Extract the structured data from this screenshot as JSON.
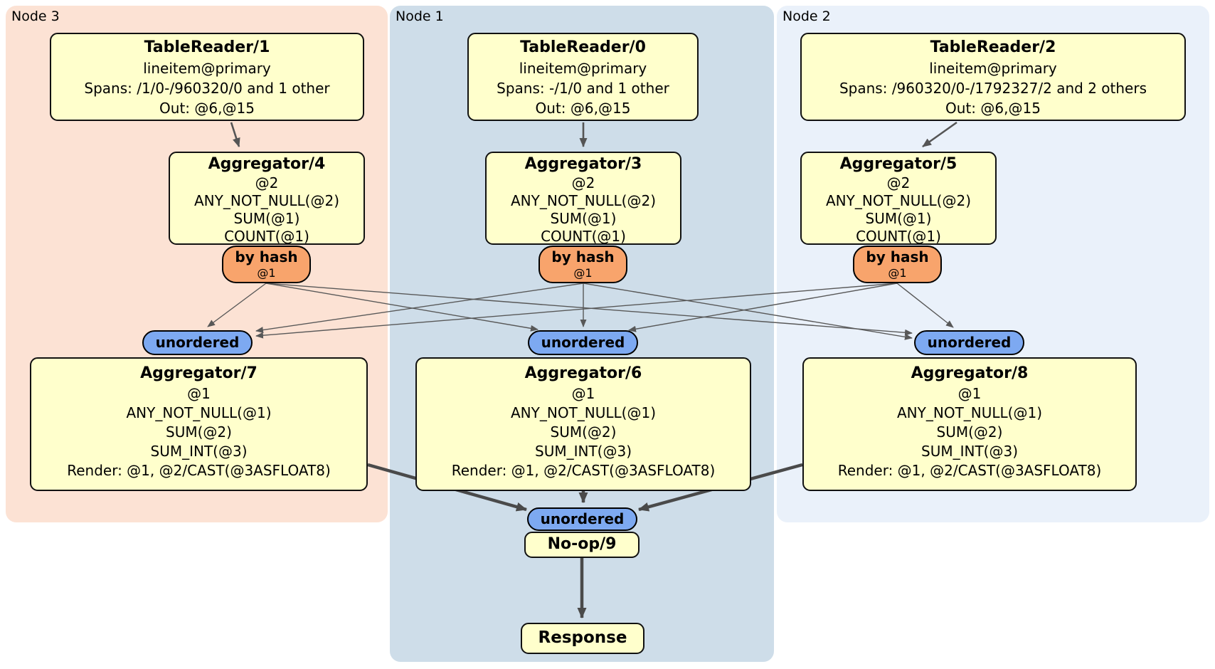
{
  "nodes": [
    {
      "label": "Node 3",
      "table_reader": {
        "title": "TableReader/1",
        "lines": [
          "lineitem@primary",
          "Spans: /1/0-/960320/0 and 1 other",
          "Out: @6,@15"
        ]
      },
      "aggregator_top": {
        "title": "Aggregator/4",
        "lines": [
          "@2",
          "ANY_NOT_NULL(@2)",
          "SUM(@1)",
          "COUNT(@1)"
        ]
      },
      "router": {
        "title": "by hash",
        "subtitle": "@1"
      },
      "sync_label": "unordered",
      "aggregator_bottom": {
        "title": "Aggregator/7",
        "lines": [
          "@1",
          "ANY_NOT_NULL(@1)",
          "SUM(@2)",
          "SUM_INT(@3)",
          "Render: @1, @2/CAST(@3ASFLOAT8)"
        ]
      }
    },
    {
      "label": "Node 1",
      "table_reader": {
        "title": "TableReader/0",
        "lines": [
          "lineitem@primary",
          "Spans: -/1/0 and 1 other",
          "Out: @6,@15"
        ]
      },
      "aggregator_top": {
        "title": "Aggregator/3",
        "lines": [
          "@2",
          "ANY_NOT_NULL(@2)",
          "SUM(@1)",
          "COUNT(@1)"
        ]
      },
      "router": {
        "title": "by hash",
        "subtitle": "@1"
      },
      "sync_label": "unordered",
      "aggregator_bottom": {
        "title": "Aggregator/6",
        "lines": [
          "@1",
          "ANY_NOT_NULL(@1)",
          "SUM(@2)",
          "SUM_INT(@3)",
          "Render: @1, @2/CAST(@3ASFLOAT8)"
        ]
      }
    },
    {
      "label": "Node 2",
      "table_reader": {
        "title": "TableReader/2",
        "lines": [
          "lineitem@primary",
          "Spans: /960320/0-/1792327/2 and 2 others",
          "Out: @6,@15"
        ]
      },
      "aggregator_top": {
        "title": "Aggregator/5",
        "lines": [
          "@2",
          "ANY_NOT_NULL(@2)",
          "SUM(@1)",
          "COUNT(@1)"
        ]
      },
      "router": {
        "title": "by hash",
        "subtitle": "@1"
      },
      "sync_label": "unordered",
      "aggregator_bottom": {
        "title": "Aggregator/8",
        "lines": [
          "@1",
          "ANY_NOT_NULL(@1)",
          "SUM(@2)",
          "SUM_INT(@3)",
          "Render: @1, @2/CAST(@3ASFLOAT8)"
        ]
      }
    }
  ],
  "final": {
    "sync_label": "unordered",
    "noop_title": "No-op/9",
    "response_title": "Response"
  },
  "colors": {
    "node3_bg": "#fce2d4",
    "node1_bg": "#cedde9",
    "node2_bg": "#eaf1fa",
    "processor_fill": "#ffffcc",
    "router_fill": "#f8a46c",
    "sync_fill": "#7da9f1",
    "edge_thin": "#585858",
    "edge_thick": "#4a4a4a"
  }
}
